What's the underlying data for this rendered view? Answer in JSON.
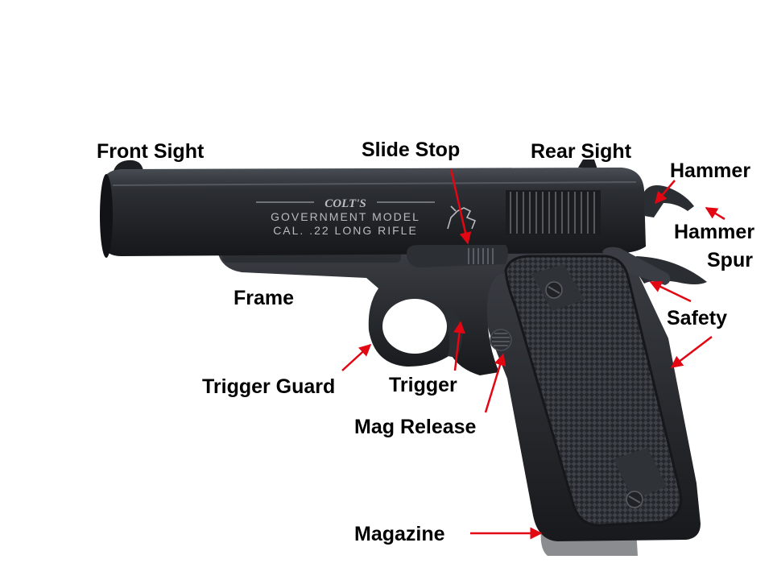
{
  "colors": {
    "arrow": "#e30613",
    "label": "#000000",
    "steel_dark": "#1f2125",
    "steel_mid": "#34373d",
    "steel_light": "#5a5e66",
    "background": "#ffffff"
  },
  "engraving": {
    "line1": "COLT'S",
    "line2": "GOVERNMENT MODEL",
    "line3": "CAL. .22 LONG RIFLE"
  },
  "labels": {
    "front_sight": "Front Sight",
    "slide_stop": "Slide Stop",
    "rear_sight": "Rear Sight",
    "hammer": "Hammer",
    "hammer_spur_1": "Hammer",
    "hammer_spur_2": "Spur",
    "frame": "Frame",
    "safety": "Safety",
    "trigger_guard": "Trigger Guard",
    "trigger": "Trigger",
    "mag_release": "Mag Release",
    "magazine": "Magazine"
  }
}
